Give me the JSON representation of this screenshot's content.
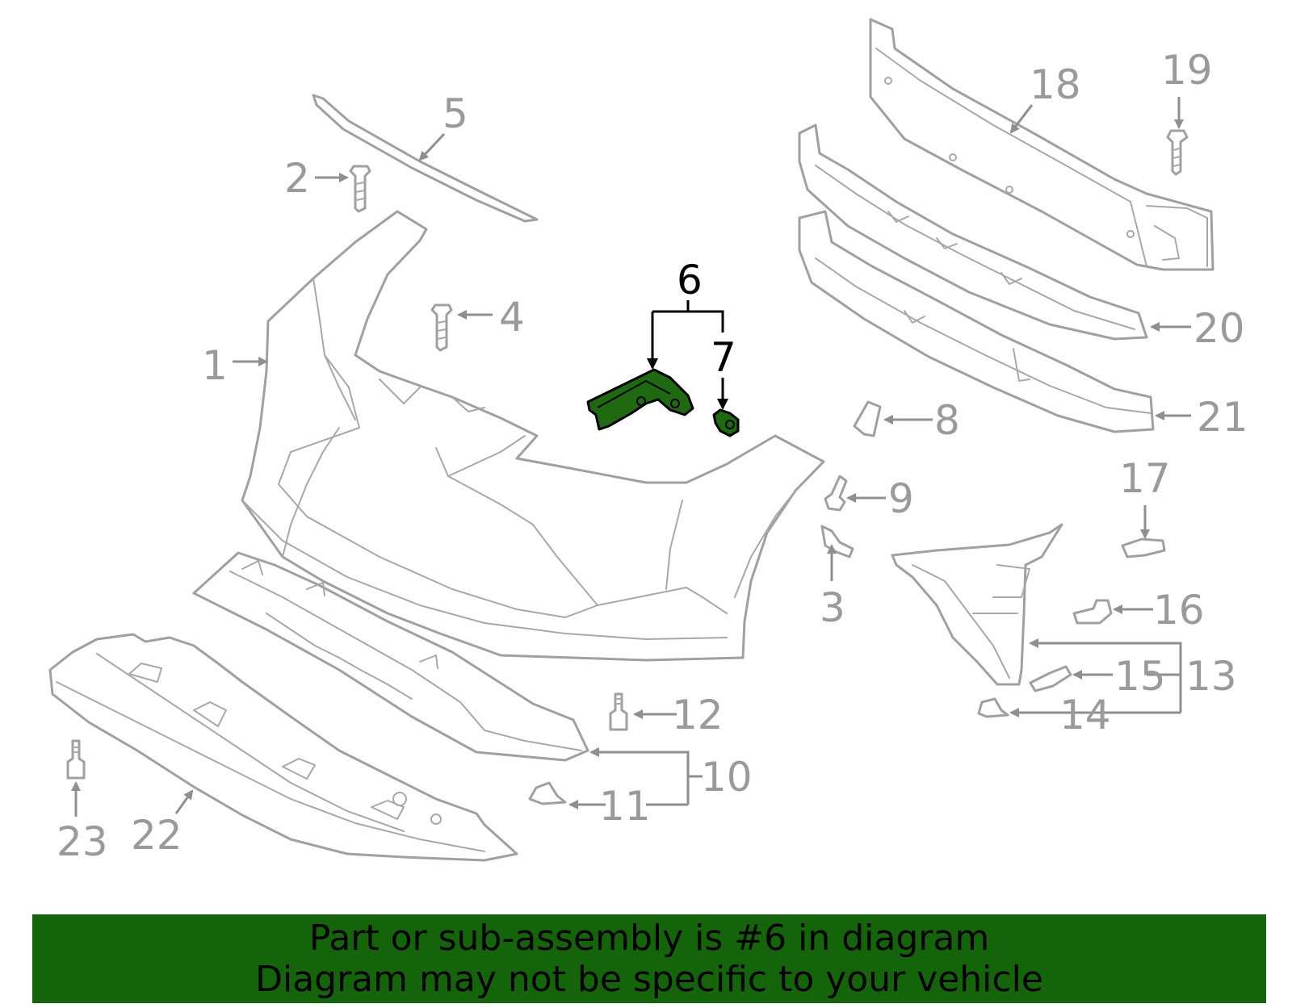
{
  "diagram": {
    "highlight_color": "#1f6a10",
    "part_color": "#a0a0a0",
    "highlighted_callout": "6",
    "callouts": [
      "1",
      "2",
      "3",
      "4",
      "5",
      "6",
      "7",
      "8",
      "9",
      "10",
      "11",
      "12",
      "13",
      "14",
      "15",
      "16",
      "17",
      "18",
      "19",
      "20",
      "21",
      "22",
      "23"
    ]
  },
  "banner": {
    "line1": "Part or sub-assembly is #6 in diagram",
    "line2": "Diagram may not be specific to your vehicle",
    "background": "#146409"
  }
}
